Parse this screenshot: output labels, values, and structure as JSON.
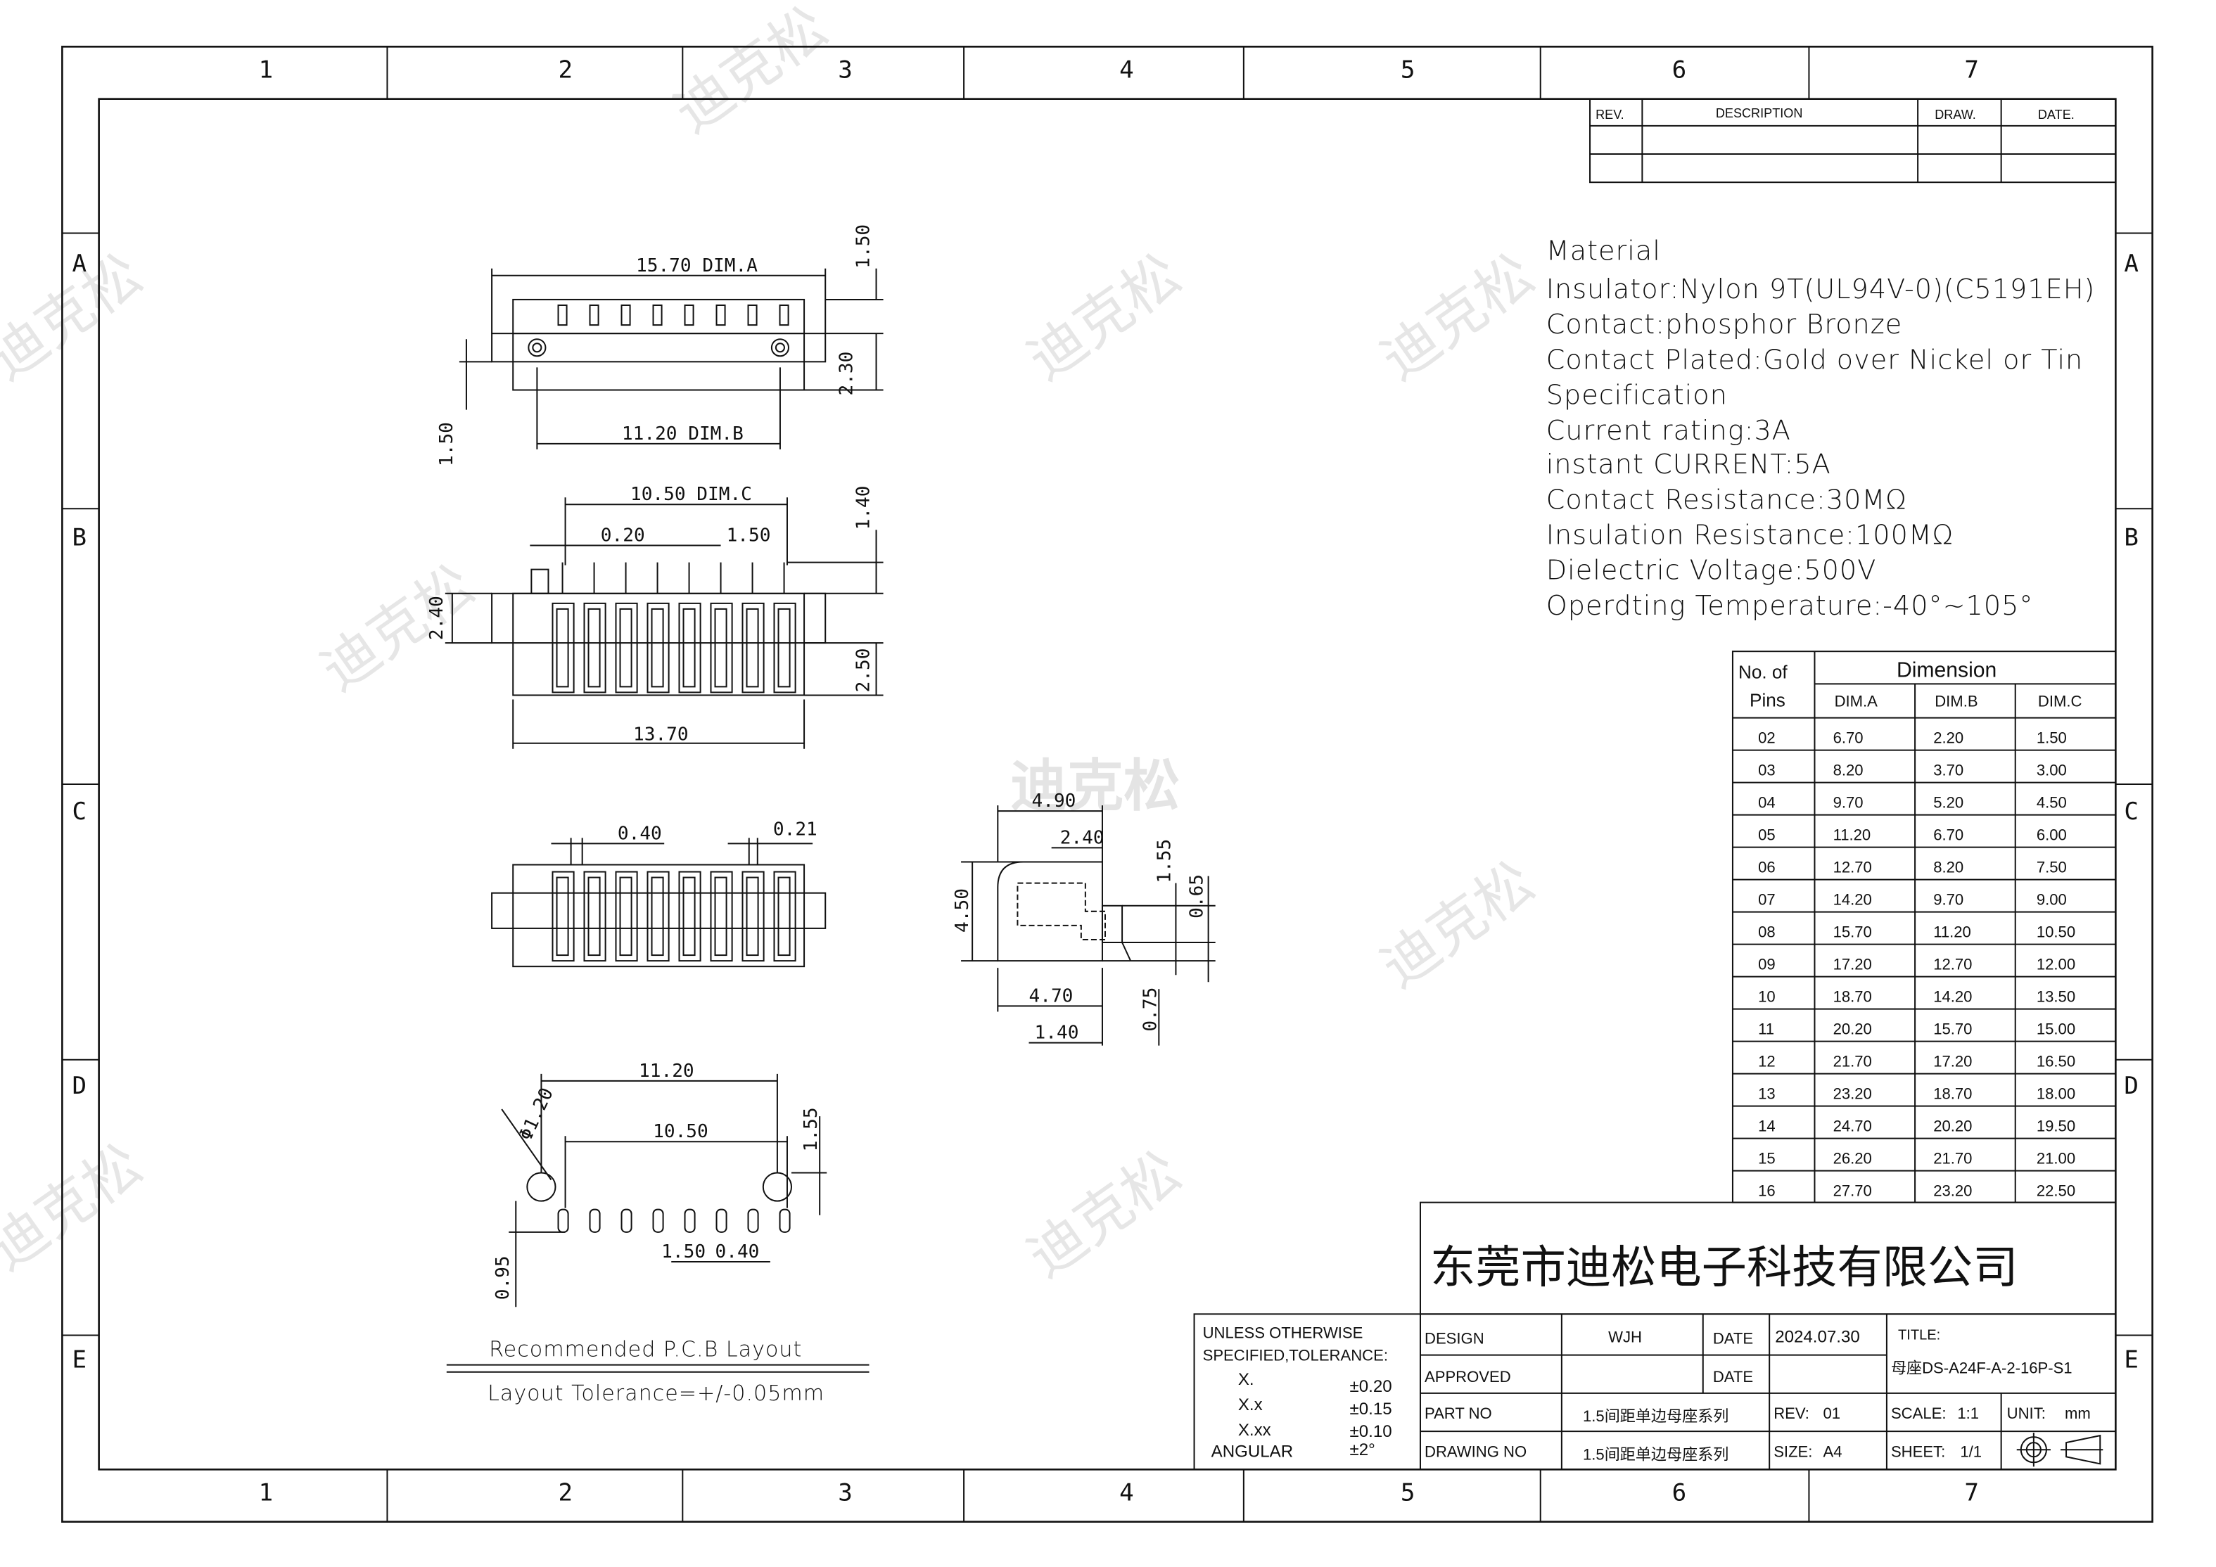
{
  "border": {
    "columns": [
      "1",
      "2",
      "3",
      "4",
      "5",
      "6",
      "7"
    ],
    "rows": [
      "A",
      "B",
      "C",
      "D",
      "E"
    ]
  },
  "watermark": "迪克松",
  "revision_table": {
    "headers": [
      "REV.",
      "DESCRIPTION",
      "DRAW.",
      "DATE."
    ]
  },
  "material": {
    "lines": [
      "Material",
      "Insulator:Nylon 9T(UL94V-0)(C5191EH)",
      "Contact:phosphor Bronze",
      "Contact Plated:Gold over Nickel or Tin",
      "Specification",
      "Current rating:3A",
      "instant CURRENT:5A",
      "Contact Resistance:30MΩ",
      "Insulation Resistance:100MΩ",
      "Dielectric Voltage:500V",
      "Operdting Temperature:-40°~105°"
    ]
  },
  "dimension_table": {
    "header_pins": [
      "No. of",
      "Pins"
    ],
    "header_group": "Dimension",
    "columns": [
      "DIM.A",
      "DIM.B",
      "DIM.C"
    ],
    "rows": [
      [
        "02",
        "6.70",
        "2.20",
        "1.50"
      ],
      [
        "03",
        "8.20",
        "3.70",
        "3.00"
      ],
      [
        "04",
        "9.70",
        "5.20",
        "4.50"
      ],
      [
        "05",
        "11.20",
        "6.70",
        "6.00"
      ],
      [
        "06",
        "12.70",
        "8.20",
        "7.50"
      ],
      [
        "07",
        "14.20",
        "9.70",
        "9.00"
      ],
      [
        "08",
        "15.70",
        "11.20",
        "10.50"
      ],
      [
        "09",
        "17.20",
        "12.70",
        "12.00"
      ],
      [
        "10",
        "18.70",
        "14.20",
        "13.50"
      ],
      [
        "11",
        "20.20",
        "15.70",
        "15.00"
      ],
      [
        "12",
        "21.70",
        "17.20",
        "16.50"
      ],
      [
        "13",
        "23.20",
        "18.70",
        "18.00"
      ],
      [
        "14",
        "24.70",
        "20.20",
        "19.50"
      ],
      [
        "15",
        "26.20",
        "21.70",
        "21.00"
      ],
      [
        "16",
        "27.70",
        "23.20",
        "22.50"
      ]
    ]
  },
  "views": {
    "top": {
      "dim_a": "15.70 DIM.A",
      "dim_b": "11.20 DIM.B",
      "h1": "1.50",
      "h2": "2.30",
      "h3": "1.50"
    },
    "front": {
      "dim_c": "10.50 DIM.C",
      "pitch_a": "0.20",
      "pitch_b": "1.50",
      "h1": "1.40",
      "h2": "2.40",
      "h3": "2.50",
      "width": "13.70"
    },
    "bottom": {
      "d1": "0.40",
      "d2": "0.21"
    },
    "side": {
      "w1": "4.90",
      "w2": "2.40",
      "h1": "4.50",
      "h2": "1.55",
      "h3": "0.65",
      "w3": "4.70",
      "h4": "0.75",
      "w4": "1.40"
    },
    "pcb": {
      "w1": "11.20",
      "w2": "10.50",
      "dia": "Φ1.20",
      "h1": "1.55",
      "p1": "1.50",
      "p2": "0.40",
      "h2": "0.95",
      "title": "Recommended P.C.B Layout",
      "tolerance": "Layout Tolerance=+/-0.05mm"
    }
  },
  "company": "东莞市迪松电子科技有限公司",
  "title_block": {
    "tolerance_title": [
      "UNLESS OTHERWISE",
      "SPECIFIED,TOLERANCE:"
    ],
    "tolerances": [
      [
        "X.",
        "±0.20"
      ],
      [
        "X.x",
        "±0.15"
      ],
      [
        "X.xx",
        "±0.10"
      ],
      [
        "ANGULAR",
        "±2°"
      ]
    ],
    "design_label": "DESIGN",
    "design_value": "WJH",
    "date_label": "DATE",
    "date_value": "2024.07.30",
    "approved_label": "APPROVED",
    "date2_label": "DATE",
    "title_label": "TITLE:",
    "title_value": "母座DS-A24F-A-2-16P-S1",
    "part_no_label": "PART NO",
    "part_no_value": "1.5间距单边母座系列",
    "rev_label": "REV:",
    "rev_value": "01",
    "scale_label": "SCALE:",
    "scale_value": "1:1",
    "unit_label": "UNIT:",
    "unit_value": "mm",
    "drawing_no_label": "DRAWING NO",
    "drawing_no_value": "1.5间距单边母座系列",
    "size_label": "SIZE:",
    "size_value": "A4",
    "sheet_label": "SHEET:",
    "sheet_value": "1/1"
  }
}
